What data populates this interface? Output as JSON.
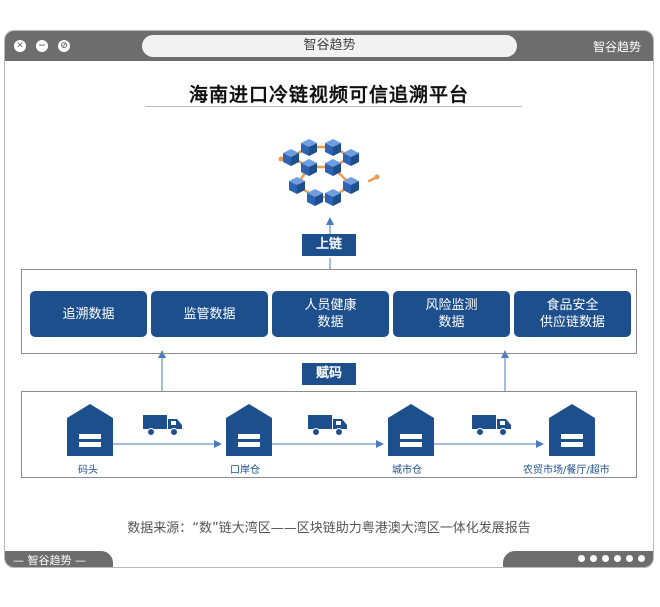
{
  "window": {
    "address_text": "智谷趋势",
    "brand": "智谷趋势",
    "close_icon": "close-icon",
    "minimize_icon": "minimize-icon",
    "fullscreen_icon": "fullscreen-icon"
  },
  "diagram": {
    "title": "海南进口冷链视频可信追溯平台",
    "upchain_label": "上链",
    "assign_code_label": "赋码",
    "data_categories": [
      {
        "label": "追溯数据"
      },
      {
        "label": "监管数据"
      },
      {
        "label": "人员健康\n数据"
      },
      {
        "label": "风险监测\n数据"
      },
      {
        "label": "食品安全\n供应链数据"
      }
    ],
    "locations": [
      {
        "label": "码头"
      },
      {
        "label": "口岸仓"
      },
      {
        "label": "城市仓"
      },
      {
        "label": "农贸市场/餐厅/超市"
      }
    ],
    "icons": {
      "blockchain": "blockchain-cubes-icon",
      "warehouse": "warehouse-icon",
      "truck": "truck-icon"
    },
    "colors": {
      "primary_blue": "#1d4f8c",
      "cube_blue": "#3b72c4",
      "chain_orange": "#ee9a4d"
    }
  },
  "source": "数据来源：“数”链大湾区——区块链助力粤港澳大湾区一体化发展报告",
  "footer": {
    "brand": "— 智谷趋势 —",
    "pagination_dots": 6
  }
}
